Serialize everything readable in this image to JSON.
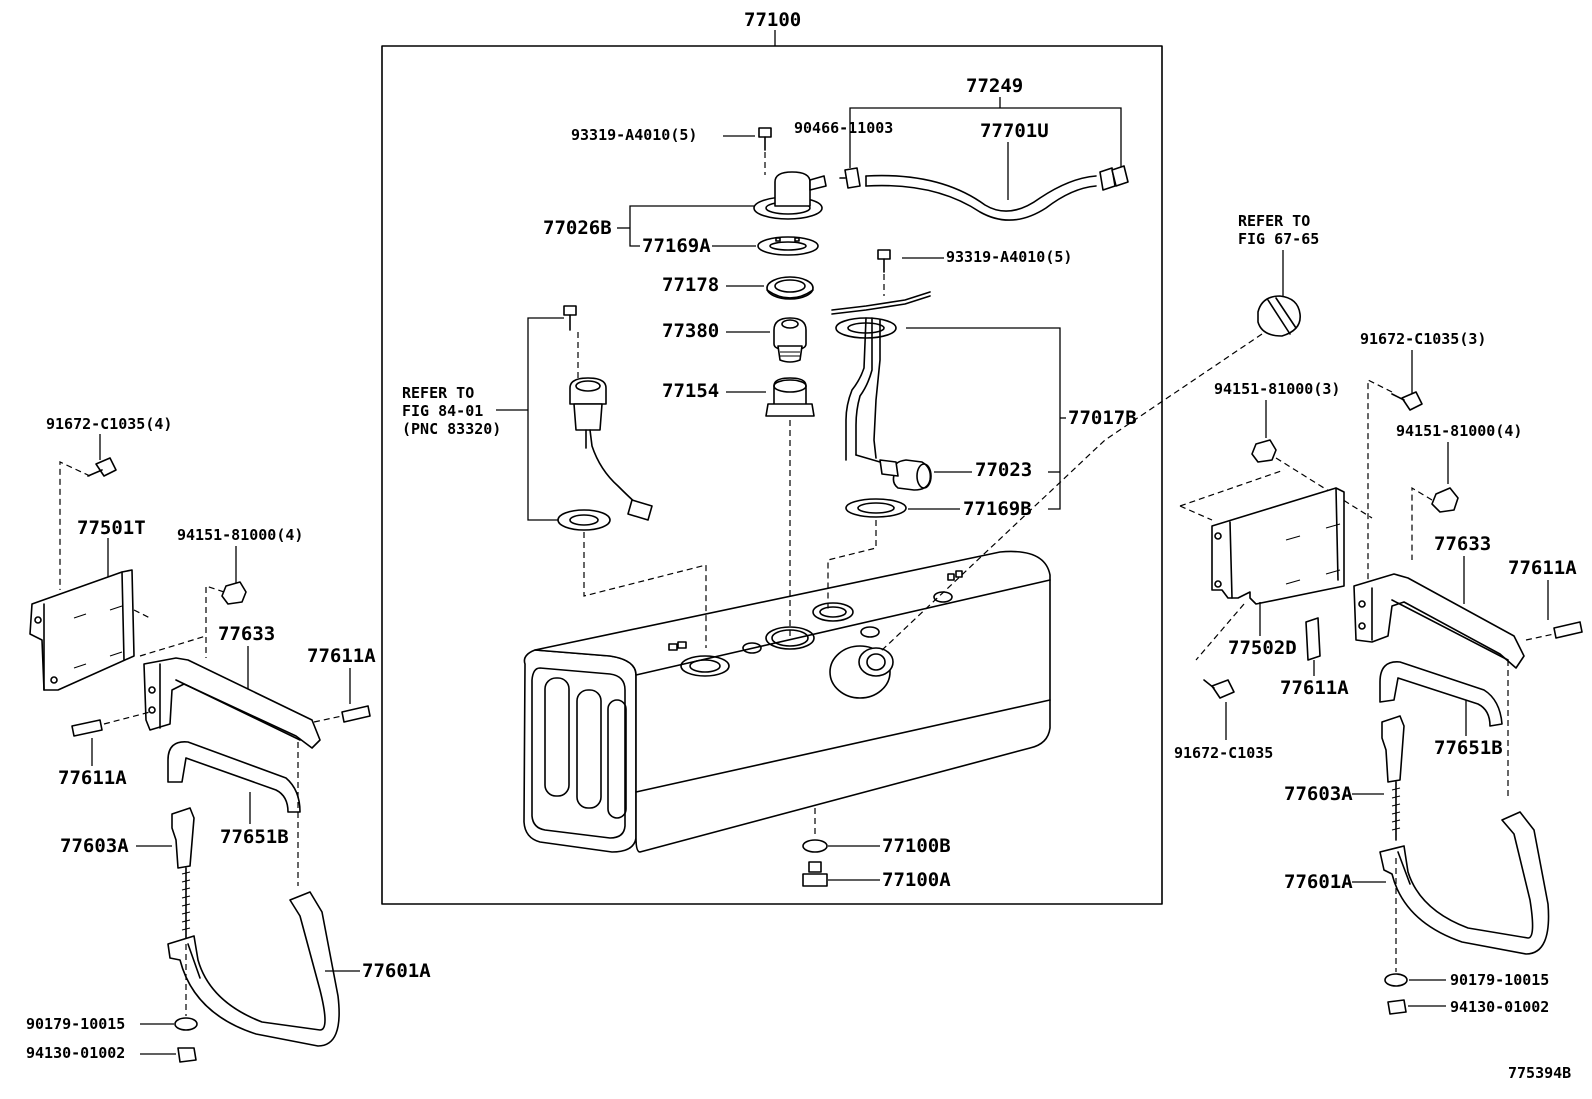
{
  "diagram": {
    "assembly_number": "77100",
    "figure_code": "775394B",
    "parts": {
      "p77249": "77249",
      "p90466": "90466-11003",
      "p77701U": "77701U",
      "p93319_top": "93319-A4010(5)",
      "p77026B": "77026B",
      "p77169A": "77169A",
      "p77178": "77178",
      "p77380": "77380",
      "p77154": "77154",
      "p93319_right": "93319-A4010(5)",
      "p77017B": "77017B",
      "p77023": "77023",
      "p77169B": "77169B",
      "p77100B": "77100B",
      "p77100A": "77100A",
      "refer_left_1": "REFER TO",
      "refer_left_2": "FIG 84-01",
      "refer_left_3": "(PNC 83320)",
      "refer_right_1": "REFER TO",
      "refer_right_2": "FIG 67-65",
      "L_91672": "91672-C1035(4)",
      "L_77501T": "77501T",
      "L_94151": "94151-81000(4)",
      "L_77633": "77633",
      "L_77611A_a": "77611A",
      "L_77611A_b": "77611A",
      "L_77603A": "77603A",
      "L_77651B": "77651B",
      "L_77601A": "77601A",
      "L_90179": "90179-10015",
      "L_94130": "94130-01002",
      "R_91672_3": "91672-C1035(3)",
      "R_94151_3": "94151-81000(3)",
      "R_94151_4": "94151-81000(4)",
      "R_77633": "77633",
      "R_77611A_a": "77611A",
      "R_77502D": "77502D",
      "R_77611A_b": "77611A",
      "R_91672": "91672-C1035",
      "R_77651B": "77651B",
      "R_77603A": "77603A",
      "R_77601A": "77601A",
      "R_90179": "90179-10015",
      "R_94130": "94130-01002"
    }
  }
}
